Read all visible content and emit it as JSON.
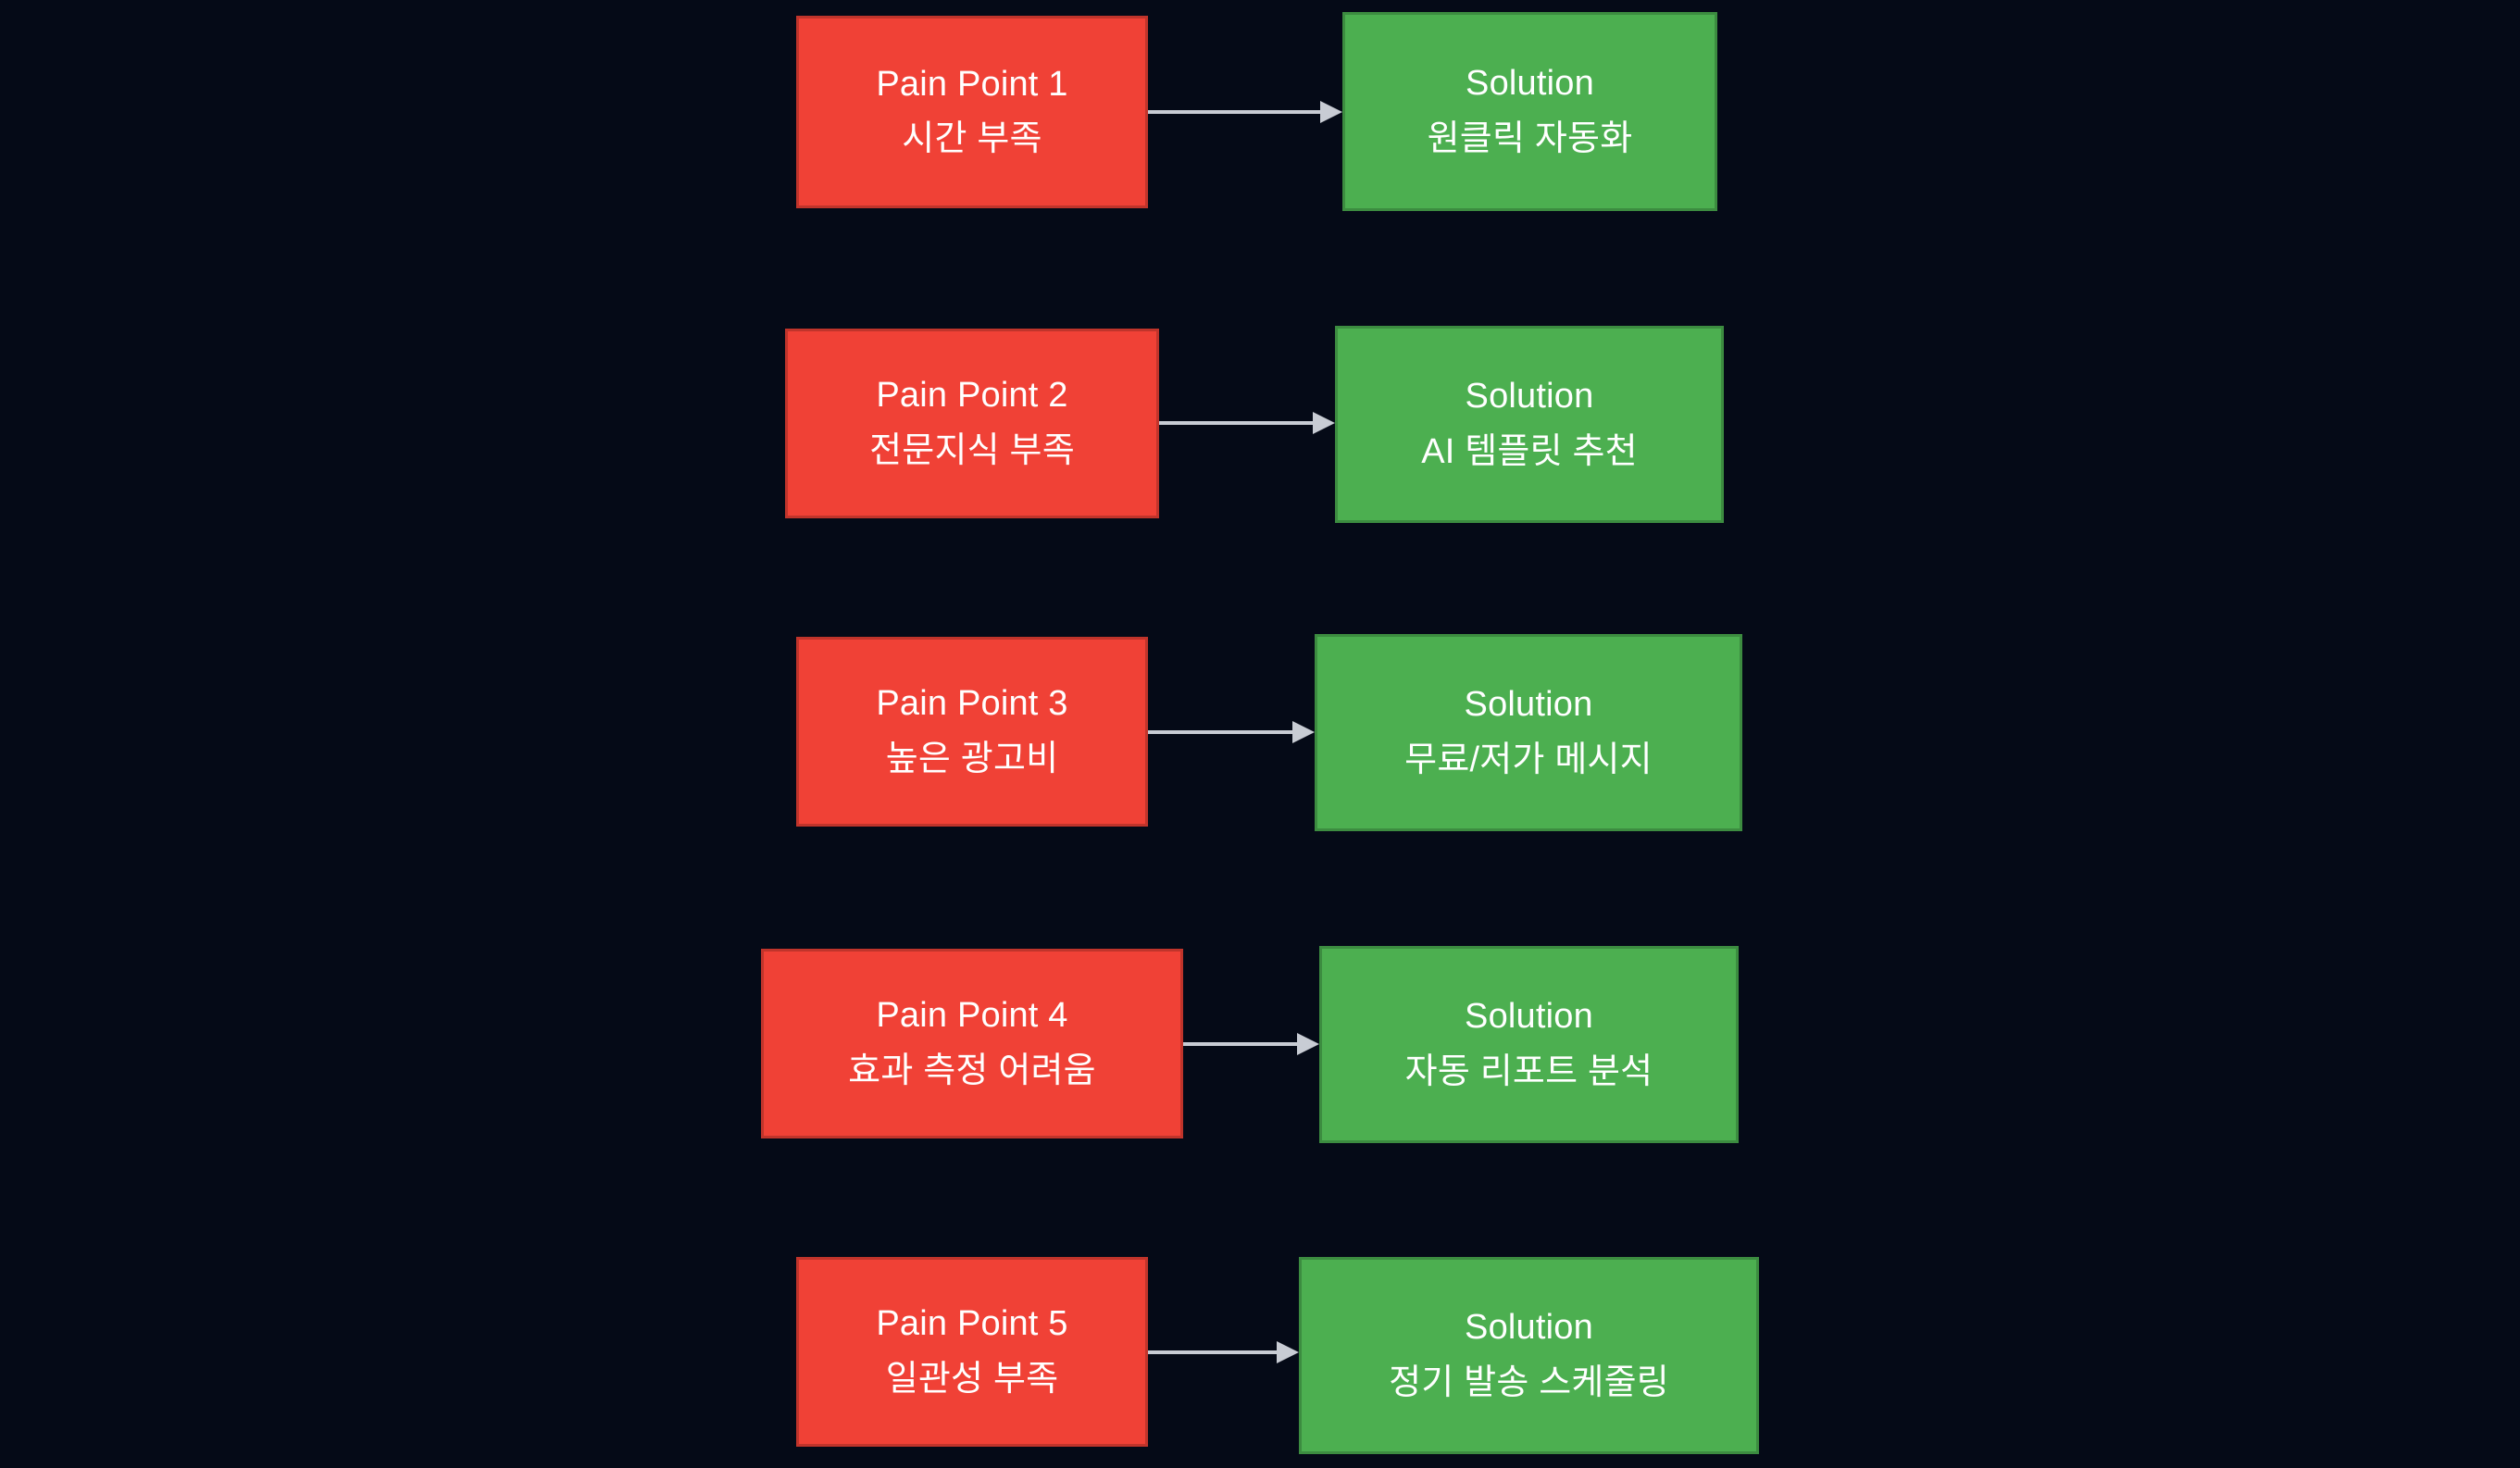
{
  "diagram": {
    "type": "flowchart",
    "direction": "left-to-right",
    "background_color": "#050a17",
    "pain_color": "#f04136",
    "pain_border_color": "#c0342b",
    "solution_color": "#4caf50",
    "solution_border_color": "#3c8c40",
    "arrow_color": "#c8ccd4",
    "text_color": "#ffffff",
    "rows": [
      {
        "pain": {
          "title": "Pain Point 1",
          "detail": "시간 부족"
        },
        "solution": {
          "title": "Solution",
          "detail": "원클릭 자동화"
        }
      },
      {
        "pain": {
          "title": "Pain Point 2",
          "detail": "전문지식 부족"
        },
        "solution": {
          "title": "Solution",
          "detail": "AI 템플릿 추천"
        }
      },
      {
        "pain": {
          "title": "Pain Point 3",
          "detail": "높은 광고비"
        },
        "solution": {
          "title": "Solution",
          "detail": "무료/저가 메시지"
        }
      },
      {
        "pain": {
          "title": "Pain Point 4",
          "detail": "효과 측정 어려움"
        },
        "solution": {
          "title": "Solution",
          "detail": "자동 리포트 분석"
        }
      },
      {
        "pain": {
          "title": "Pain Point 5",
          "detail": "일관성 부족"
        },
        "solution": {
          "title": "Solution",
          "detail": "정기 발송 스케줄링"
        }
      }
    ]
  }
}
